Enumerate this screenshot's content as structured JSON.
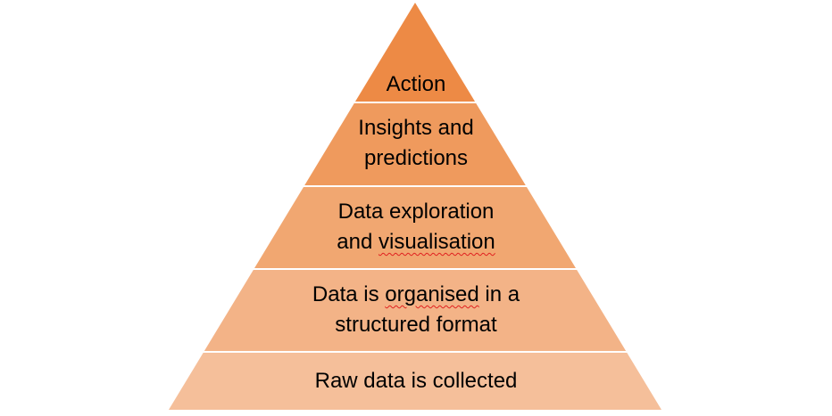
{
  "pyramid": {
    "levels": [
      {
        "lines": [
          "Action"
        ],
        "color": "#ED8A45"
      },
      {
        "lines": [
          "Insights and",
          "predictions"
        ],
        "color": "#EF9A5D"
      },
      {
        "lines": [
          "Data exploration",
          "and ",
          "visualisation"
        ],
        "color": "#F1A771"
      },
      {
        "lines": [
          "Data is ",
          "organised",
          " in a",
          "structured format"
        ],
        "color": "#F3B387"
      },
      {
        "lines": [
          "Raw data is collected"
        ],
        "color": "#F5BF9A"
      }
    ]
  }
}
